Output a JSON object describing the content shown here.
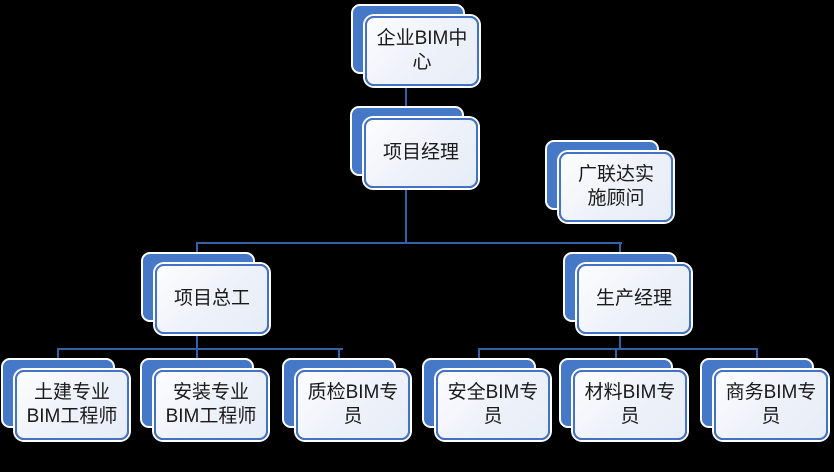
{
  "diagram": {
    "type": "org-chart",
    "background_color": "#000000",
    "colors": {
      "back_shape_fill": "#4678C8",
      "front_shape_fill": "#EDF1F9",
      "shape_border": "#4472C4",
      "shape_outline": "#FFFFFF",
      "connector": "#3661A8",
      "text": "#1A1A1A"
    },
    "nodes": [
      {
        "id": "enterprise-bim-center",
        "label": "企业BIM中\n心",
        "level": 1
      },
      {
        "id": "project-manager",
        "label": "项目经理",
        "level": 2
      },
      {
        "id": "glodon-consultant",
        "label": "广联达实\n施顾问",
        "level": 2
      },
      {
        "id": "project-chief-engineer",
        "label": "项目总工",
        "level": 3
      },
      {
        "id": "production-manager",
        "label": "生产经理",
        "level": 3
      },
      {
        "id": "civil-bim-engineer",
        "label": "土建专业\nBIM工程师",
        "level": 4
      },
      {
        "id": "installation-bim-engineer",
        "label": "安装专业\nBIM工程师",
        "level": 4
      },
      {
        "id": "quality-bim-specialist",
        "label": "质检BIM专\n员",
        "level": 4
      },
      {
        "id": "safety-bim-specialist",
        "label": "安全BIM专\n员",
        "level": 4
      },
      {
        "id": "material-bim-specialist",
        "label": "材料BIM专\n员",
        "level": 4
      },
      {
        "id": "business-bim-specialist",
        "label": "商务BIM专\n员",
        "level": 4
      }
    ],
    "hierarchy": {
      "root": "enterprise-bim-center",
      "edges": [
        [
          "enterprise-bim-center",
          "project-manager"
        ],
        [
          "project-manager",
          "project-chief-engineer"
        ],
        [
          "project-manager",
          "production-manager"
        ],
        [
          "project-chief-engineer",
          "civil-bim-engineer"
        ],
        [
          "project-chief-engineer",
          "installation-bim-engineer"
        ],
        [
          "project-chief-engineer",
          "quality-bim-specialist"
        ],
        [
          "production-manager",
          "safety-bim-specialist"
        ],
        [
          "production-manager",
          "material-bim-specialist"
        ],
        [
          "production-manager",
          "business-bim-specialist"
        ]
      ],
      "unconnected": [
        "glodon-consultant"
      ]
    }
  }
}
